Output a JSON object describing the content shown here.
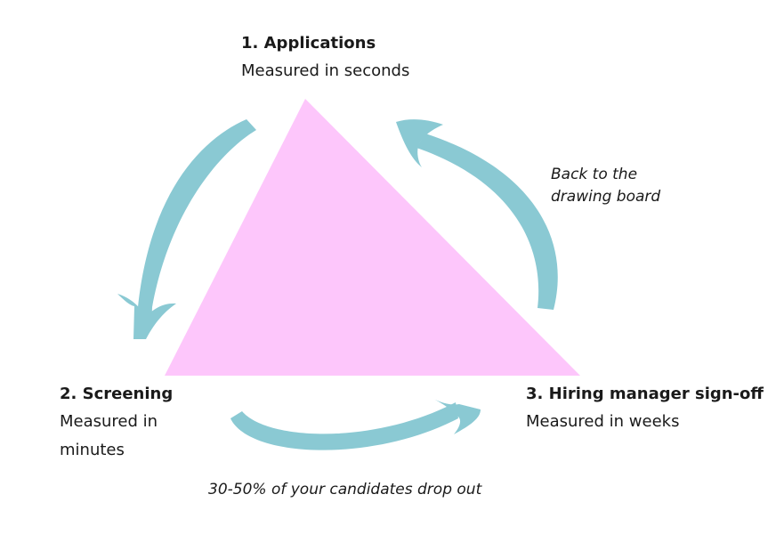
{
  "stages": {
    "applications": {
      "title": "1. Applications",
      "description": "Measured in seconds"
    },
    "screening": {
      "title": "2. Screening",
      "description": "Measured in minutes"
    },
    "hiring_manager": {
      "title": "3. Hiring manager sign-off",
      "description": "Measured in weeks"
    }
  },
  "annotations": {
    "back_to_board": "Back to the drawing board",
    "dropout": "30-50% of your candidates drop out"
  },
  "colors": {
    "triangle_fill": "#fdc6fb",
    "arrow_fill": "#8ac9d3",
    "text": "#1a1a1a"
  }
}
